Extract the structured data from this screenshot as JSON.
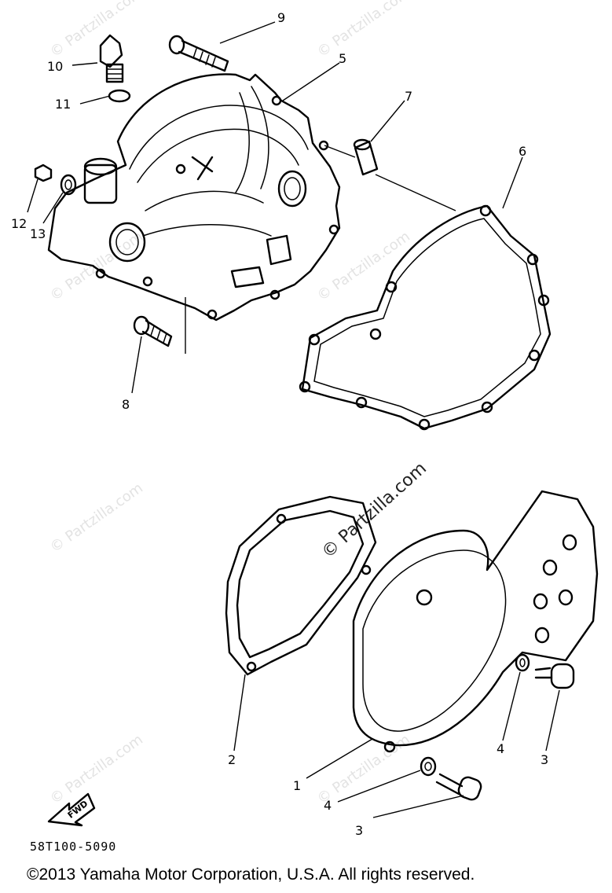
{
  "callouts": [
    {
      "id": "c1",
      "label": "1"
    },
    {
      "id": "c2",
      "label": "2"
    },
    {
      "id": "c3a",
      "label": "3"
    },
    {
      "id": "c3b",
      "label": "3"
    },
    {
      "id": "c4a",
      "label": "4"
    },
    {
      "id": "c4b",
      "label": "4"
    },
    {
      "id": "c5",
      "label": "5"
    },
    {
      "id": "c6",
      "label": "6"
    },
    {
      "id": "c7",
      "label": "7"
    },
    {
      "id": "c8",
      "label": "8"
    },
    {
      "id": "c9",
      "label": "9"
    },
    {
      "id": "c10",
      "label": "10"
    },
    {
      "id": "c11",
      "label": "11"
    },
    {
      "id": "c12",
      "label": "12"
    },
    {
      "id": "c13",
      "label": "13"
    }
  ],
  "fwd_arrow_text": "FWD",
  "watermark_text": "© Partzilla.com",
  "diagram_code": "58T100-5090",
  "copyright": "©2013 Yamaha Motor Corporation, U.S.A. All rights reserved."
}
